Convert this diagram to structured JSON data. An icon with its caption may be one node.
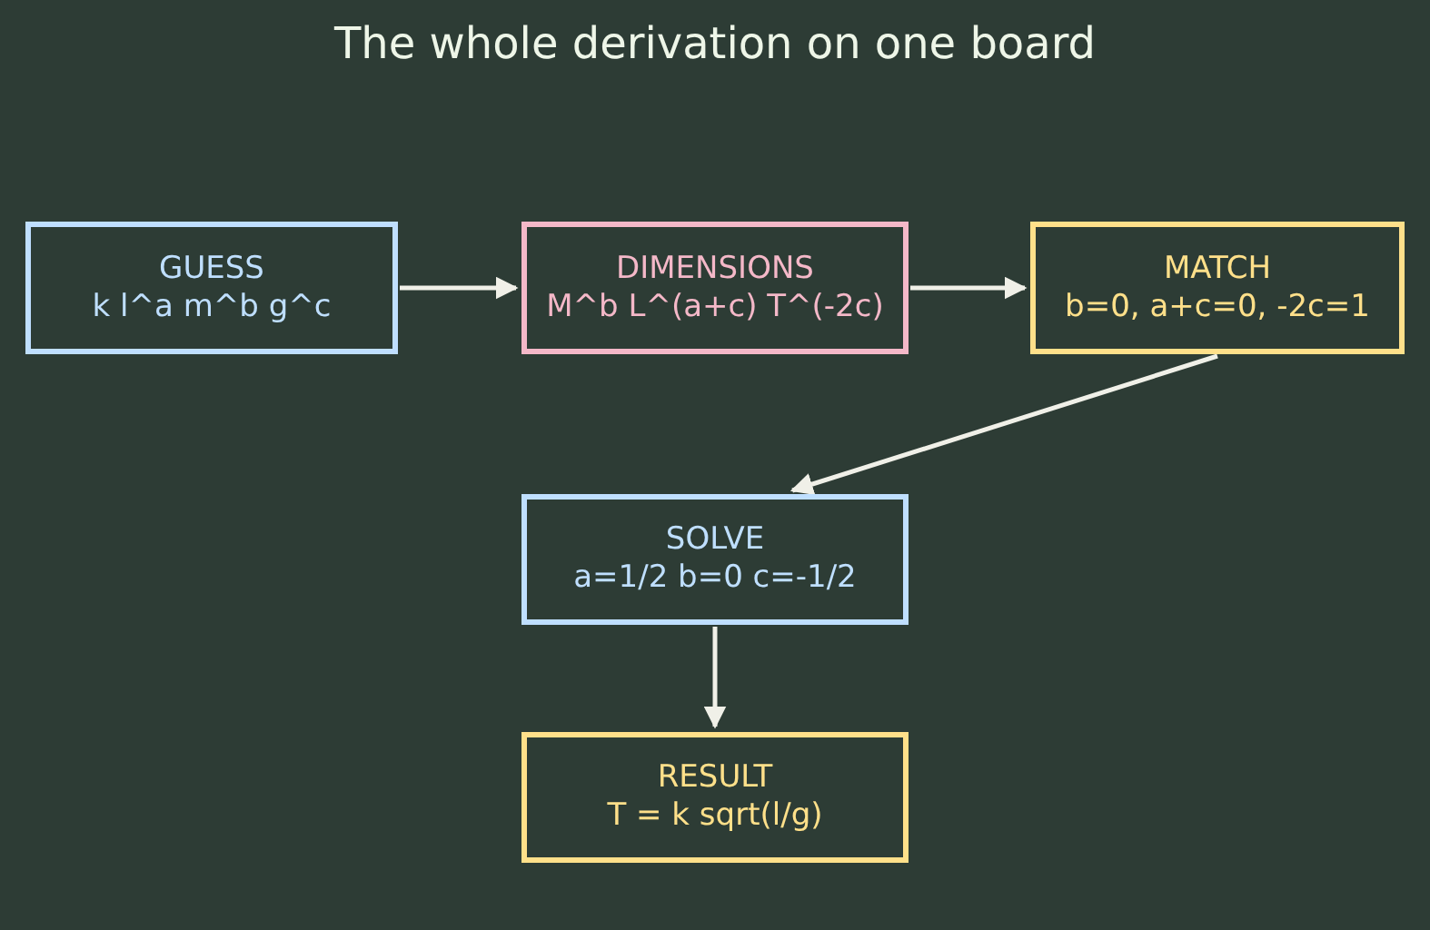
{
  "diagram": {
    "title": "The whole derivation on one board",
    "nodes": [
      {
        "text": [
          "GUESS",
          "k l^a m^b g^c"
        ]
      },
      {
        "text": [
          "DIMENSIONS",
          "M^b L^(a+c) T^(-2c)"
        ]
      },
      {
        "text": [
          "MATCH",
          "b=0, a+c=0, -2c=1"
        ]
      },
      {
        "text": [
          "SOLVE",
          "a=1/2 b=0 c=-1/2"
        ]
      },
      {
        "text": [
          "RESULT",
          "T = k sqrt(l/g)"
        ]
      }
    ],
    "edges": [
      {
        "from": 0,
        "to": 1,
        "arrow": "to"
      },
      {
        "from": 1,
        "to": 2,
        "arrow": "to"
      },
      {
        "from": 2,
        "to": 3,
        "arrow": "to"
      },
      {
        "from": 3,
        "to": 4,
        "arrow": "to"
      }
    ]
  }
}
